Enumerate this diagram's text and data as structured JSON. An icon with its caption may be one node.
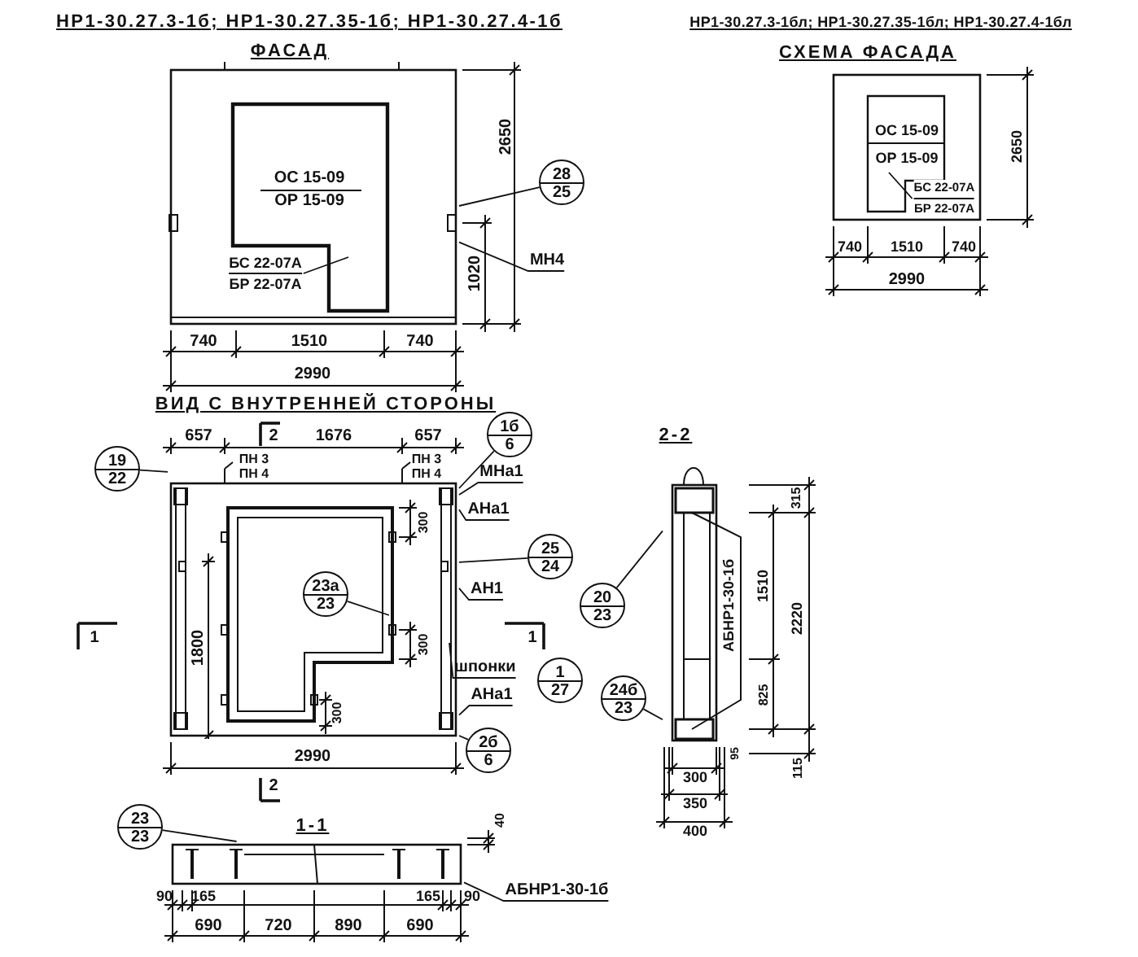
{
  "diagram": {
    "nodes": [
      {
        "text": [],
        "shape": "box"
      },
      {
        "text": [
          "ОС 15-09",
          "ОР 15-09"
        ],
        "in": 0
      },
      {
        "text": [
          "БС 22-07А",
          "БР 22-07А"
        ],
        "in": 0
      },
      {
        "text": [
          "28",
          "25"
        ]
      },
      {
        "text": [
          "МН4"
        ]
      },
      {
        "text": [],
        "shape": "box"
      },
      {
        "text": [
          "ОС 15-09",
          "ОР 15-09"
        ],
        "in": 5
      },
      {
        "text": [
          "БС 22-07А",
          "БР 22-07А"
        ],
        "in": 5
      },
      {
        "text": [
          "1б",
          "6"
        ]
      },
      {
        "text": [
          "19",
          "22"
        ]
      },
      {
        "text": [
          "МНа1"
        ]
      },
      {
        "text": [],
        "shape": "box"
      },
      {
        "text": [
          "23а",
          "23"
        ],
        "in": 11
      },
      {
        "text": [
          "АНа1"
        ]
      },
      {
        "text": [
          "25",
          "24"
        ]
      },
      {
        "text": [
          "АН1"
        ]
      },
      {
        "text": [
          "шпонки"
        ]
      },
      {
        "text": [
          "1",
          "27"
        ]
      },
      {
        "text": [
          "АНа1"
        ]
      },
      {
        "text": [
          "2б",
          "6"
        ]
      },
      {
        "text": [],
        "shape": "picture"
      },
      {
        "text": [
          "20",
          "23"
        ]
      },
      {
        "text": [
          "24б",
          "23"
        ]
      },
      {
        "text": [
          "23",
          "23"
        ]
      },
      {
        "text": [],
        "shape": "picture"
      },
      {
        "text": [
          "АБНР1-30-1б"
        ]
      }
    ],
    "edges": [
      {
        "from": 3,
        "to": 0,
        "arrow": "none"
      },
      {
        "from": 4,
        "to": 0,
        "arrow": "none"
      },
      {
        "from": 2,
        "to": 1,
        "arrow": "none"
      },
      {
        "from": 7,
        "to": 6,
        "arrow": "none"
      },
      {
        "from": 8,
        "to": 11,
        "arrow": "none"
      },
      {
        "from": 9,
        "to": 11,
        "arrow": "none"
      },
      {
        "from": 10,
        "to": 11,
        "arrow": "none"
      },
      {
        "from": 13,
        "to": 11,
        "arrow": "none"
      },
      {
        "from": 14,
        "to": 11,
        "arrow": "none"
      },
      {
        "from": 12,
        "to": 11,
        "arrow": "none"
      },
      {
        "from": 15,
        "to": 11,
        "arrow": "none"
      },
      {
        "from": 16,
        "to": 11,
        "arrow": "none"
      },
      {
        "from": 18,
        "to": 11,
        "arrow": "none"
      },
      {
        "from": 19,
        "to": 11,
        "arrow": "none"
      },
      {
        "from": 21,
        "to": 20,
        "arrow": "none"
      },
      {
        "from": 22,
        "to": 20,
        "arrow": "none"
      },
      {
        "from": 23,
        "to": 24,
        "arrow": "none"
      },
      {
        "from": 25,
        "to": 24,
        "arrow": "none"
      }
    ],
    "labels": [
      "НР1-30.27.3-1б; НР1-30.27.35-1б; НР1-30.27.4-1б",
      "НР1-30.27.3-1бл; НР1-30.27.35-1бл; НР1-30.27.4-1бл",
      "ФАСАД",
      "СХЕМА ФАСАДА",
      "2650",
      "1020",
      "740",
      "1510",
      "740",
      "2990",
      "2650",
      "740",
      "1510",
      "740",
      "2990",
      "ВИД С ВНУТРЕННЕЙ СТОРОНЫ",
      "657",
      "2",
      "1676",
      "657",
      "2-2",
      "ПН 3",
      "ПН 3",
      "ПН 4",
      "ПН 4",
      "300",
      "1",
      "1800",
      "300",
      "1",
      "300",
      "2990",
      "2",
      "315",
      "АБНР1-30-1б",
      "1510",
      "2220",
      "825",
      "95",
      "115",
      "300",
      "350",
      "400",
      "1-1",
      "40",
      "90",
      "165",
      "165",
      "90",
      "690",
      "720",
      "890",
      "690"
    ]
  }
}
